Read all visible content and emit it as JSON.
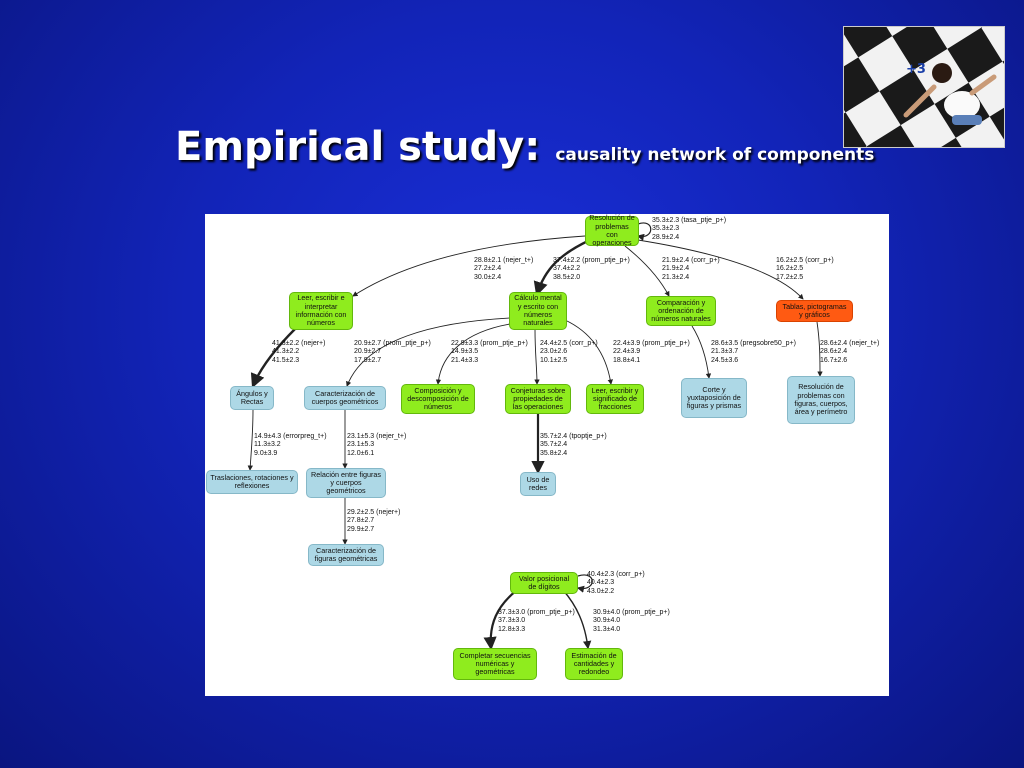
{
  "slide": {
    "title": "Empirical study:",
    "subtitle": "causality network of components"
  },
  "colors": {
    "background": "#1224b8",
    "green_node": "#8fec1e",
    "blue_node": "#add8e6",
    "orange_node": "#ff5a12"
  },
  "diagram": {
    "nodes": {
      "resolucion": "Resolución de problemas con operaciones",
      "leer_escribir": "Leer, escribir e interpretar información con números",
      "calculo": "Cálculo mental y escrito con números naturales",
      "comparacion": "Comparación y ordenación de números naturales",
      "tablas": "Tablas, pictogramas y gráficos",
      "angulos": "Ángulos y Rectas",
      "caracterizacion": "Caracterización de cuerpos geométricos",
      "composicion": "Composición y descomposición de números",
      "conjeturas": "Conjeturas sobre propiedades de las operaciones",
      "fracciones": "Leer, escribir y significado de fracciones",
      "corte": "Corte y yuxtaposición de figuras y prismas",
      "resolucion_figuras": "Resolución de problemas con figuras, cuerpos, área y perímetro",
      "traslaciones": "Traslaciones, rotaciones y reflexiones",
      "relacion": "Relación entre figuras y cuerpos geométricos",
      "uso_redes": "Uso de redes",
      "caracterizacion_figuras": "Caracterización de figuras geométricas",
      "valor_posicional": "Valor posicional de dígitos",
      "secuencias": "Completar secuencias numéricas y geométricas",
      "estimacion": "Estimación de cantidades y redondeo"
    },
    "labels": {
      "self_resolucion": [
        "35.3±2.3 (tasa_ptje_p+)",
        "35.3±2.3",
        "28.9±2.4"
      ],
      "res_leer": [
        "28.8±2.1 (nejer_t+)",
        "27.2±2.4",
        "30.0±2.4"
      ],
      "res_calculo": [
        "37.4±2.2 (prom_ptje_p+)",
        "37.4±2.2",
        "38.5±2.0"
      ],
      "res_comparacion": [
        "21.9±2.4 (corr_p+)",
        "21.9±2.4",
        "21.3±2.4"
      ],
      "res_tablas": [
        "16.2±2.5 (corr_p+)",
        "16.2±2.5",
        "17.2±2.5"
      ],
      "leer_angulos": [
        "41.3±2.2 (nejer+)",
        "41.3±2.2",
        "41.5±2.3"
      ],
      "calc_caract": [
        "20.9±2.7 (prom_ptje_p+)",
        "20.9±2.7",
        "17.9±2.7"
      ],
      "calc_compos": [
        "22.9±3.3 (prom_ptje_p+)",
        "14.9±3.5",
        "21.4±3.3"
      ],
      "calc_conjet": [
        "24.4±2.5 (corr_p+)",
        "23.0±2.6",
        "10.1±2.5"
      ],
      "calc_fracc": [
        "22.4±3.9 (prom_ptje_p+)",
        "22.4±3.9",
        "18.8±4.1"
      ],
      "comp_corte": [
        "28.6±3.5 (pregsobre50_p+)",
        "21.3±3.7",
        "24.5±3.6"
      ],
      "tablas_resfig": [
        "28.6±2.4 (nejer_t+)",
        "28.6±2.4",
        "16.7±2.6"
      ],
      "ang_trasl": [
        "14.9±4.3 (errorpreg_t+)",
        "11.3±3.2",
        "9.0±3.9"
      ],
      "caract_relac": [
        "23.1±5.3 (nejer_t+)",
        "23.1±5.3",
        "12.0±6.1"
      ],
      "conjet_redes": [
        "35.7±2.4 (tpoptje_p+)",
        "35.7±2.4",
        "35.8±2.4"
      ],
      "relac_caractfig": [
        "29.2±2.5 (nejer+)",
        "27.8±2.7",
        "29.9±2.7"
      ],
      "self_valor": [
        "40.4±2.3 (corr_p+)",
        "40.4±2.3",
        "43.0±2.2"
      ],
      "valor_secuen": [
        "37.3±3.0 (prom_ptje_p+)",
        "37.3±3.0",
        "12.8±3.3"
      ],
      "valor_estim": [
        "30.9±4.0 (prom_ptje_p+)",
        "30.9±4.0",
        "31.3±4.0"
      ]
    }
  }
}
